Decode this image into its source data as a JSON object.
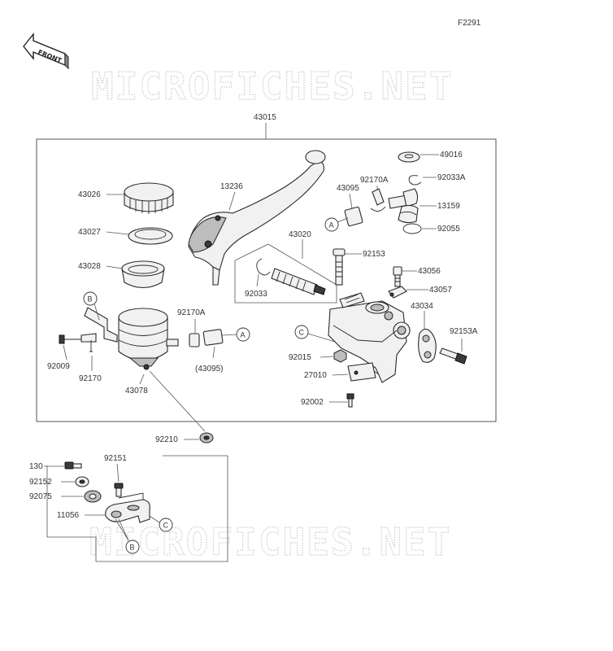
{
  "figure_code": "F2291",
  "front_label": "FRONT",
  "watermark_text": "MICROFICHES.NET",
  "assembly_label": "43015",
  "part_labels": {
    "p13236": "13236",
    "p43026": "43026",
    "p43027": "43027",
    "p43028": "43028",
    "p43020": "43020",
    "p92033": "92033",
    "p43095": "43095",
    "p92170A_top": "92170A",
    "p49016": "49016",
    "p92033A": "92033A",
    "p13159": "13159",
    "p92055": "92055",
    "p92153": "92153",
    "p43056": "43056",
    "p43057": "43057",
    "p43034": "43034",
    "p92153A": "92153A",
    "p92170A_mid": "92170A",
    "p43095_ref": "(43095)",
    "p92009": "92009",
    "p92170": "92170",
    "p43078": "43078",
    "p92015": "92015",
    "p27010": "27010",
    "p92002": "92002",
    "p92210": "92210",
    "p130": "130",
    "p92151": "92151",
    "p92152": "92152",
    "p92075": "92075",
    "p11056": "11056"
  },
  "callouts": {
    "a": "A",
    "b": "B",
    "c": "C"
  }
}
